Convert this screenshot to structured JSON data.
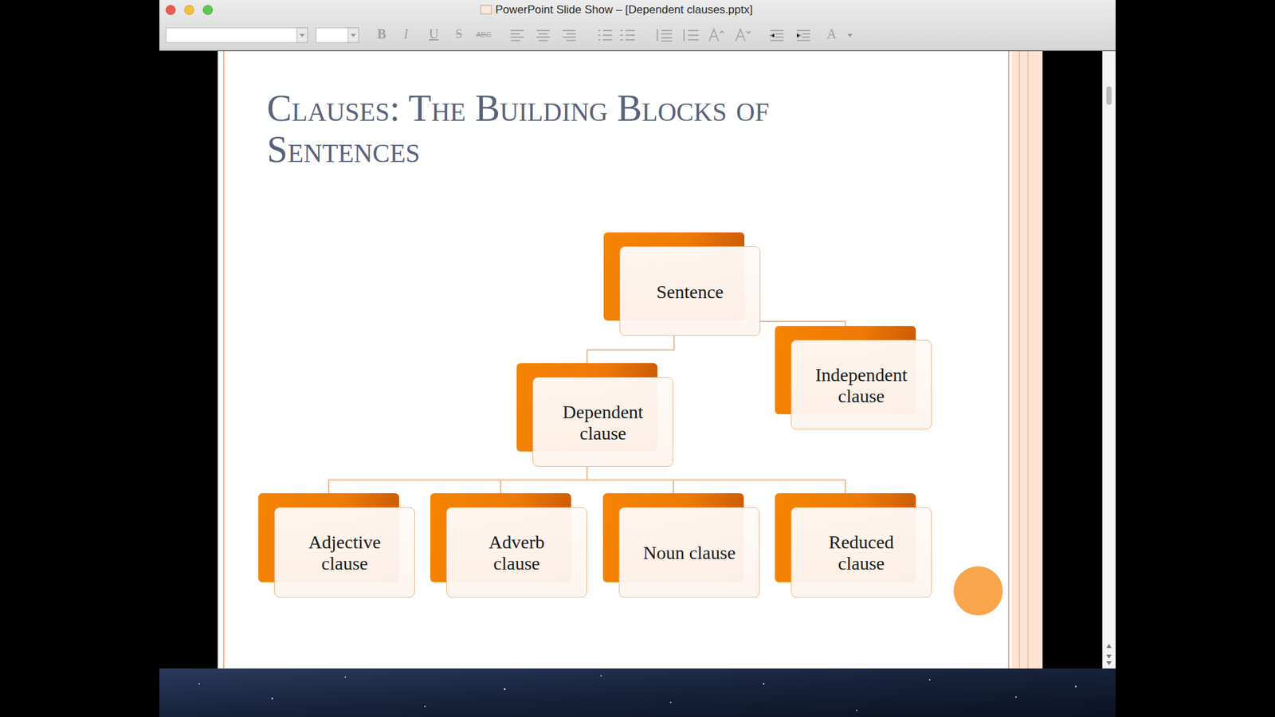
{
  "diagram": {
    "title": "Clauses: The Building Blocks of Sentences",
    "nodes": [
      {
        "text": [
          "Sentence"
        ]
      },
      {
        "text": [
          "Dependent clause"
        ]
      },
      {
        "text": [
          "Independent clause"
        ]
      },
      {
        "text": [
          "Adjective clause"
        ]
      },
      {
        "text": [
          "Adverb clause"
        ]
      },
      {
        "text": [
          "Noun clause"
        ]
      },
      {
        "text": [
          "Reduced clause"
        ]
      }
    ],
    "edges": [
      {
        "from": 0,
        "to": 1,
        "arrow": "none"
      },
      {
        "from": 0,
        "to": 2,
        "arrow": "none"
      },
      {
        "from": 1,
        "to": 3,
        "arrow": "none"
      },
      {
        "from": 1,
        "to": 4,
        "arrow": "none"
      },
      {
        "from": 1,
        "to": 5,
        "arrow": "none"
      },
      {
        "from": 1,
        "to": 6,
        "arrow": "none"
      }
    ],
    "labels": [
      "PowerPoint Slide Show – [Dependent clauses.pptx]",
      "B",
      "I",
      "U",
      "S",
      "ABC",
      "A"
    ]
  }
}
